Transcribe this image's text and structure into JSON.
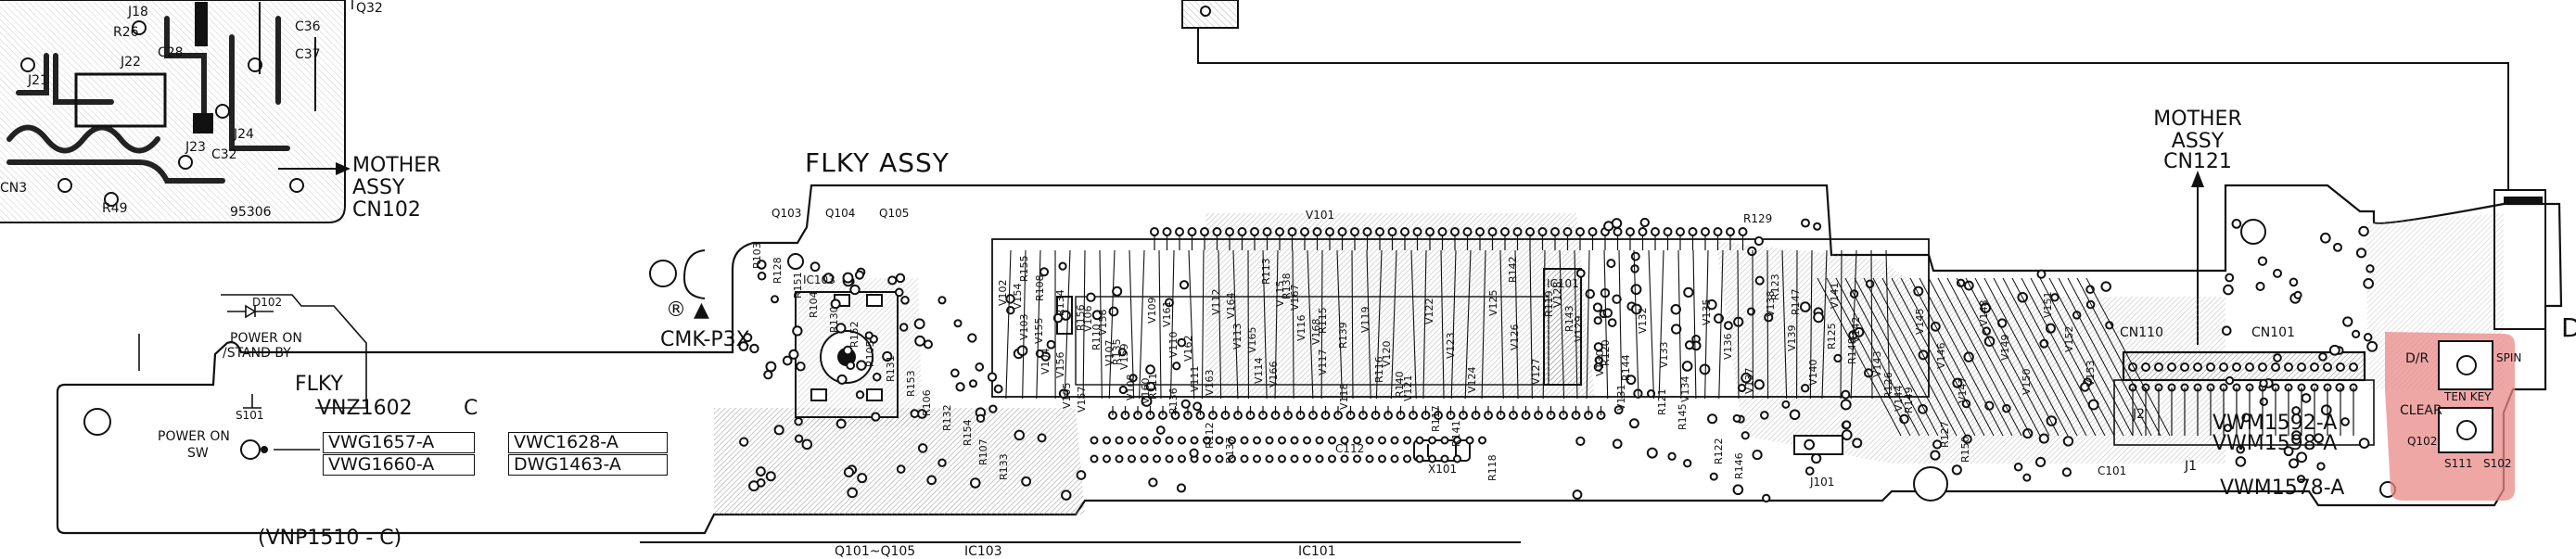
{
  "top_left": {
    "labels": [
      "J18",
      "C36",
      "C28",
      "C37",
      "J21",
      "J22",
      "J24",
      "C32",
      "J23",
      "R49",
      "95306",
      "CN3",
      "R26",
      "Q32"
    ]
  },
  "mother_assy_cn102": {
    "line1": "MOTHER",
    "line2": "ASSY",
    "line3": "CN102"
  },
  "mother_assy_cn121": {
    "line1": "MOTHER",
    "line2": "ASSY",
    "line3": "CN121"
  },
  "board": {
    "title": "FLKY ASSY",
    "mark": "CMK-P3X",
    "ul_mark": "®",
    "caution_mark": "▲"
  },
  "left_section": {
    "d102": "D102",
    "power_on_standby": {
      "line1": "POWER ON",
      "line2": "/STAND BY"
    },
    "flky": "FLKY",
    "part_number": "VNZ1602",
    "part_suffix": "C",
    "s101": "S101",
    "power_on_sw": {
      "line1": "POWER ON",
      "line2": "SW"
    },
    "boxes": [
      "VWG1657-A",
      "VWG1660-A",
      "VWC1628-A",
      "DWG1463-A"
    ]
  },
  "bottom": {
    "vnp": "(VNP1510 - C)",
    "q_range": "Q101~Q105",
    "ic103": "IC103",
    "ic101": "IC101"
  },
  "components": {
    "q103": "Q103",
    "q104": "Q104",
    "q105": "Q105",
    "ic101": "IC101",
    "ic103": "IC103",
    "v101": "V101",
    "r129": "R129",
    "j101": "J101",
    "cn110": "CN110",
    "cn101": "CN101",
    "c101": "C101",
    "j1": "J1",
    "j2": "J2",
    "x101": "X101",
    "c112": "C112",
    "vwm1592": "VWM1592-A",
    "vwm1598": "VWM1598-A",
    "vwm1578": "VWM1578-A",
    "clear": "CLEAR",
    "d_r": "D/R",
    "ten_key": "TEN KEY",
    "spin": "SPIN",
    "s111": "S111",
    "s102": "S102",
    "q102": "Q102",
    "d": "D"
  },
  "resistor_labels": [
    "R103",
    "R104",
    "R105",
    "R106",
    "R107",
    "R108",
    "R110",
    "R111",
    "R112",
    "R113",
    "R115",
    "R116",
    "R117",
    "R118",
    "R119",
    "R120",
    "R121",
    "R122",
    "R123",
    "R125",
    "R126",
    "R127",
    "R128",
    "R130",
    "R131",
    "R132",
    "R133",
    "R134",
    "R135",
    "R136",
    "R137",
    "R138",
    "R139",
    "R140",
    "R141",
    "R142",
    "R143",
    "R144",
    "R145",
    "R146",
    "R147",
    "R148",
    "R149",
    "R150",
    "R151",
    "R152",
    "R153",
    "R154",
    "R155",
    "R156"
  ],
  "v_labels": [
    "V102",
    "V103",
    "V104",
    "V105",
    "V106",
    "V107",
    "V108",
    "V109",
    "V110",
    "V111",
    "V112",
    "V113",
    "V114",
    "V115",
    "V116",
    "V117",
    "V118",
    "V119",
    "V120",
    "V121",
    "V122",
    "V123",
    "V124",
    "V125",
    "V126",
    "V127",
    "V128",
    "V129",
    "V130",
    "V131",
    "V132",
    "V133",
    "V134",
    "V135",
    "V136",
    "V137",
    "V138",
    "V139",
    "V140",
    "V141",
    "V142",
    "V143",
    "V144",
    "V145",
    "V146",
    "V147",
    "V148",
    "V149",
    "V150",
    "V151",
    "V152",
    "V153",
    "V154",
    "V155",
    "V156",
    "V157",
    "V158",
    "V159",
    "V160",
    "V161",
    "V162",
    "V163",
    "V164",
    "V165",
    "V166",
    "V167",
    "V168"
  ],
  "highlight_color": "#e98a88"
}
